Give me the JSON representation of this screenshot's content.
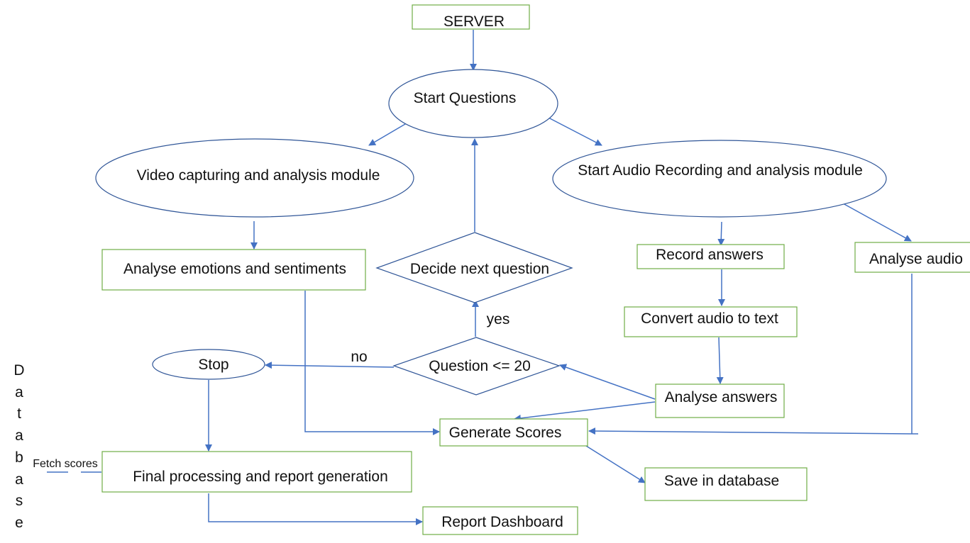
{
  "nodes": {
    "server": "SERVER",
    "start_questions": "Start Questions",
    "video_module": "Video capturing and analysis module",
    "audio_module": "Start Audio Recording and analysis module",
    "analyse_emotions": "Analyse emotions and sentiments",
    "decide_next": "Decide next question",
    "record_answers": "Record answers",
    "analyse_audio": "Analyse audio",
    "convert_audio": "Convert audio to text",
    "question_check": "Question <= 20",
    "stop": "Stop",
    "analyse_answers": "Analyse answers",
    "generate_scores": "Generate Scores",
    "final_processing": "Final processing and report generation",
    "save_db": "Save in database",
    "report_dashboard": "Report Dashboard"
  },
  "edge_labels": {
    "yes": "yes",
    "no": "no",
    "fetch_scores": "Fetch scores"
  },
  "side_label": {
    "letters": [
      "D",
      "a",
      "t",
      "a",
      "b",
      "a",
      "s",
      "e"
    ]
  },
  "colors": {
    "box_border": "#70ad47",
    "shape_border": "#2f5597",
    "arrow": "#4472c4"
  }
}
